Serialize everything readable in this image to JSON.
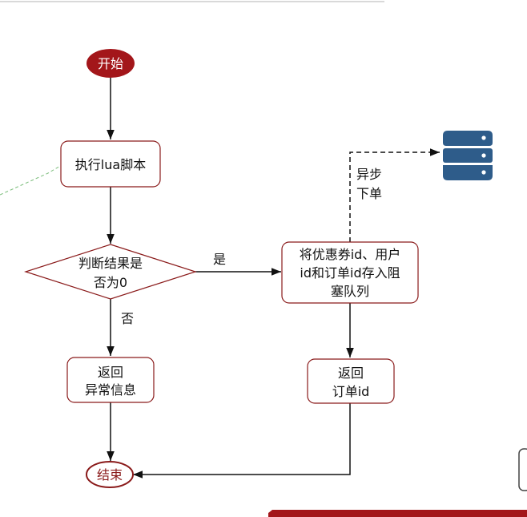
{
  "nodes": {
    "start": "开始",
    "exec_lua": "执行lua脚本",
    "decision": [
      "判断结果是",
      "否为0"
    ],
    "enqueue": [
      "将优惠券id、用户",
      "id和订单id存入阻",
      "塞队列"
    ],
    "return_error": [
      "返回",
      "异常信息"
    ],
    "return_order": [
      "返回",
      "订单id"
    ],
    "end": "结束"
  },
  "edges": {
    "yes": "是",
    "no": "否",
    "async": [
      "异步",
      "下单"
    ]
  },
  "colors": {
    "start_fill": "#a3161a",
    "end_stroke": "#8a1a1a",
    "box_stroke": "#8a1a1a",
    "db_fill": "#2e5c8a",
    "bottom_bar": "#a3161a"
  },
  "icons": {
    "database": "database-icon"
  }
}
